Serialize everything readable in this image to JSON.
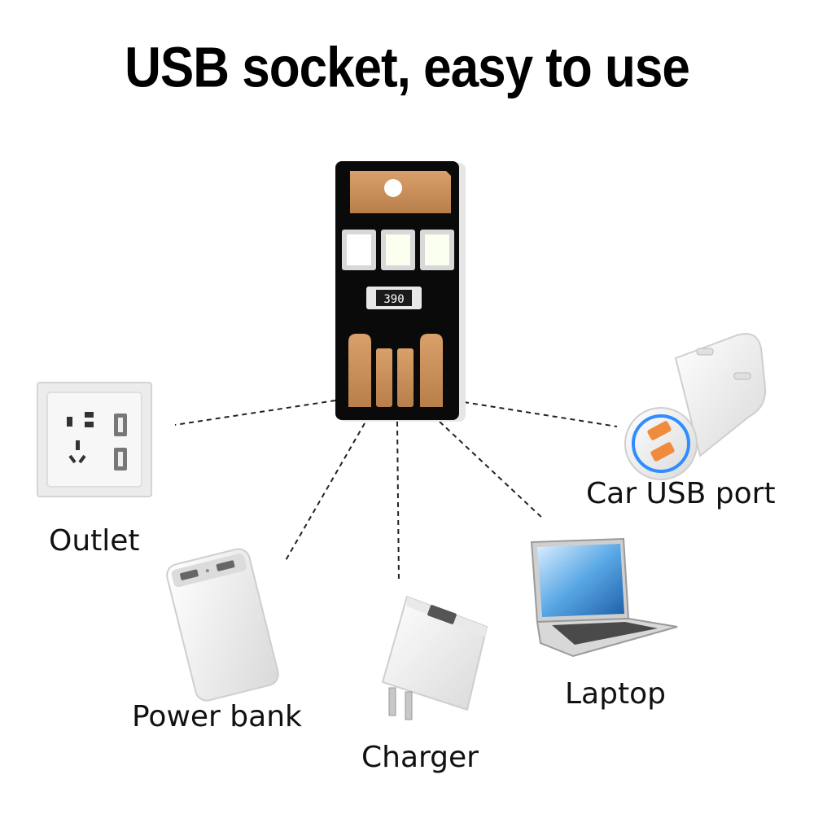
{
  "title": "USB socket, easy to use",
  "led_board": {
    "resistor_code": "390"
  },
  "devices": [
    {
      "key": "outlet",
      "label": "Outlet"
    },
    {
      "key": "power_bank",
      "label": "Power bank"
    },
    {
      "key": "charger",
      "label": "Charger"
    },
    {
      "key": "laptop",
      "label": "Laptop"
    },
    {
      "key": "car_usb",
      "label": "Car USB port"
    }
  ],
  "colors": {
    "pcb": "#0a0a0a",
    "copper": "#c9915e",
    "led": "#ffffff",
    "device_white": "#f2f2f2",
    "usb_port_orange": "#f08a3c",
    "ring_blue": "#2f8dff"
  }
}
